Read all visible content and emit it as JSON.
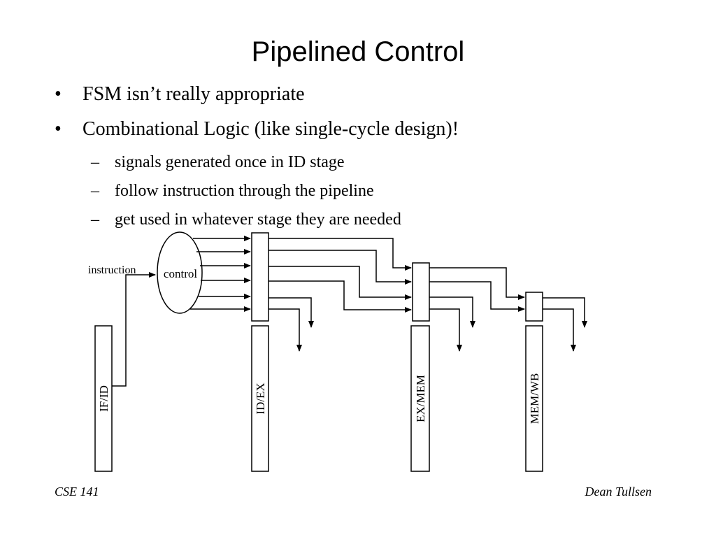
{
  "slide": {
    "title": "Pipelined Control",
    "bullets": [
      {
        "text": "FSM isn’t really appropriate",
        "subs": []
      },
      {
        "text": "Combinational Logic (like single-cycle design)!",
        "subs": [
          "signals generated once in  ID stage",
          "follow instruction through the pipeline",
          "get used in whatever stage they are needed"
        ]
      }
    ],
    "bullet_symbol": "•",
    "sub_symbol": "–"
  },
  "diagram": {
    "instruction_label": "instruction",
    "control_label": "control",
    "registers": [
      "IF/ID",
      "ID/EX",
      "EX/MEM",
      "MEM/WB"
    ]
  },
  "footer": {
    "left": "CSE 141",
    "right": "Dean Tullsen"
  }
}
